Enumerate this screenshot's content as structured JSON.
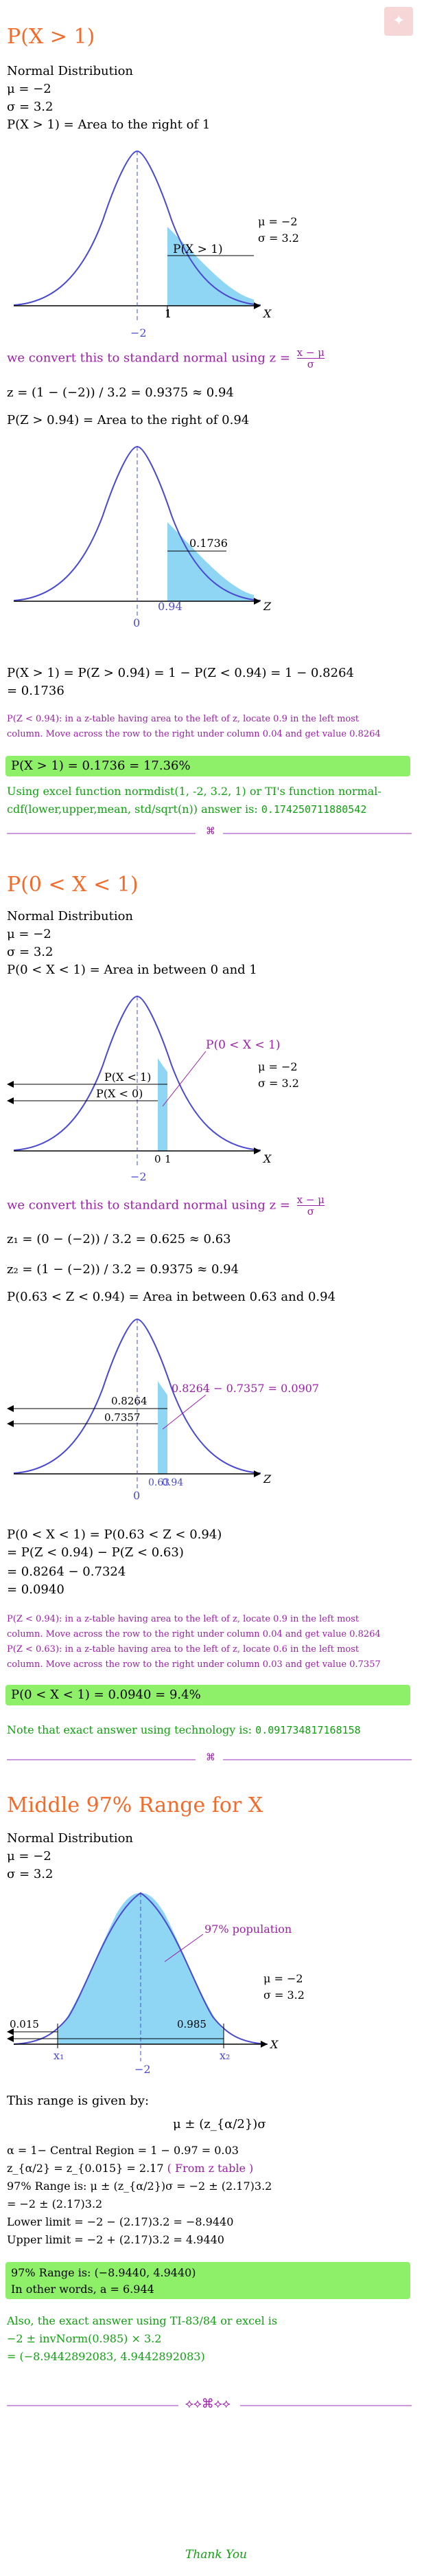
{
  "section1": {
    "title": "P(X > 1)",
    "dist": "Normal Distribution",
    "mu": "μ = −2",
    "sigma": "σ = 3.2",
    "area_text": "P(X > 1) = Area to the right of 1",
    "graph1": {
      "shade_label": "P(X > 1)",
      "mu_label": "μ = −2",
      "sigma_label": "σ = 3.2",
      "tick_mu": "−2",
      "tick_val": "1",
      "axis": "X"
    },
    "convert_text": "we convert this to standard normal using z =",
    "convert_formula": "x − μ / σ",
    "z_line": "z = (1 − (−2)) / 3.2 = 0.9375 ≈ 0.94",
    "z_area": "P(Z > 0.94) = Area to the right of 0.94",
    "graph2": {
      "value_label": "0.1736",
      "tick0": "0",
      "tick_val": "0.94",
      "axis": "Z"
    },
    "result_line1": "P(X > 1) = P(Z > 0.94) = 1 − P(Z < 0.94) = 1 − 0.8264",
    "result_line2": "= 0.1736",
    "note1": "P(Z < 0.94): in a z-table having area to the left of z, locate 0.9 in the left most",
    "note2": "column. Move across the row to the right under column 0.04 and get value 0.8264",
    "answer": "P(X > 1) = 0.1736 = 17.36%",
    "excel1": "Using excel function normdist(1, -2, 3.2, 1) or TI's function normal-",
    "excel2": "cdf(lower,upper,mean, std/sqrt(n)) answer is:",
    "excel_val": "0.174250711880542"
  },
  "section2": {
    "title": "P(0 < X < 1)",
    "dist": "Normal Distribution",
    "mu": "μ = −2",
    "sigma": "σ = 3.2",
    "area_text": "P(0 < X < 1) = Area in between 0 and 1",
    "graph1": {
      "shade_label": "P(0 < X < 1)",
      "lt1": "P(X < 1)",
      "lt0": "P(X < 0)",
      "mu_label": "μ = −2",
      "sigma_label": "σ = 3.2",
      "tick_mu": "−2",
      "tick0": "0",
      "tick1": "1",
      "axis": "X"
    },
    "convert_text": "we convert this to standard normal using z =",
    "convert_formula": "x − μ / σ",
    "z1_line": "z₁ = (0 − (−2)) / 3.2 = 0.625 ≈ 0.63",
    "z2_line": "z₂ = (1 − (−2)) / 3.2 = 0.9375 ≈ 0.94",
    "z_area": "P(0.63 < Z < 0.94) = Area in between 0.63 and 0.94",
    "graph2": {
      "diff_label": "0.8264 − 0.7357 = 0.0907",
      "v1": "0.8264",
      "v2": "0.7357",
      "tick0": "0",
      "tick_a": "0.63",
      "tick_b": "0.94",
      "axis": "Z"
    },
    "r1": "P(0 < X < 1) = P(0.63 < Z < 0.94)",
    "r2": "= P(Z < 0.94) − P(Z < 0.63)",
    "r3": "= 0.8264 − 0.7324",
    "r4": "= 0.0940",
    "note1": "P(Z < 0.94): in a z-table having area to the left of z, locate 0.9 in the left most",
    "note2": "column. Move across the row to the right under column 0.04 and get value 0.8264",
    "note3": "P(Z < 0.63): in a z-table having area to the left of z, locate 0.6 in the left most",
    "note4": "column. Move across the row to the right under column 0.03 and get value 0.7357",
    "answer": "P(0 < X < 1) = 0.0940 = 9.4%",
    "tech_text": "Note that exact answer using technology is:",
    "tech_val": "0.091734817168158"
  },
  "section3": {
    "title": "Middle 97% Range for X",
    "dist": "Normal Distribution",
    "mu": "μ = −2",
    "sigma": "σ = 3.2",
    "graph": {
      "pop_label": "97% population",
      "left": "0.015",
      "right": "0.985",
      "mu_label": "μ = −2",
      "sigma_label": "σ = 3.2",
      "x1": "x₁",
      "x2": "x₂",
      "tick_mu": "−2",
      "axis": "X"
    },
    "given_by": "This range is given by:",
    "formula": "μ ± (z_{α/2})σ",
    "alpha": "α = 1− Central Region = 1 − 0.97 = 0.03",
    "zval": "z_{α/2} = z_{0.015} = 2.17",
    "zval_note": "( From z table )",
    "range1": "97% Range is: μ ± (z_{α/2})σ = −2 ± (2.17)3.2",
    "range2": "= −2 ± (2.17)3.2",
    "lower": "Lower limit = −2 − (2.17)3.2 = −8.9440",
    "upper": "Upper limit = −2 + (2.17)3.2 = 4.9440",
    "box1": "97% Range is: (−8.9440, 4.9440)",
    "box2": "In other words, a = 6.944",
    "also1": "Also, the exact answer using TI-83/84 or excel is",
    "also2": "−2 ± invNorm(0.985) × 3.2",
    "also3": "= (−8.9442892083, 4.9442892083)"
  },
  "footer": {
    "thanks": "Thank You"
  },
  "colors": {
    "title": "#f26b2b",
    "purple": "#9b20a8",
    "green": "#10a010",
    "highlight": "#8ef068",
    "shade": "#8fd6f5",
    "curve": "#4a4ad0"
  }
}
